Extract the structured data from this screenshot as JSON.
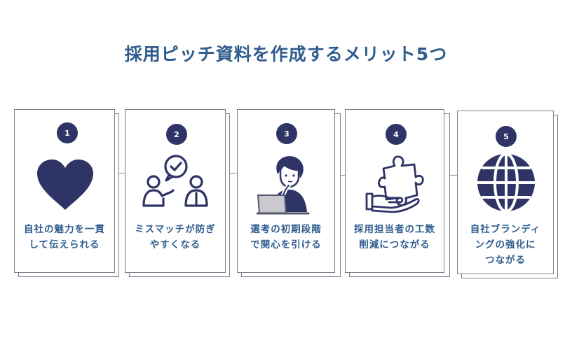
{
  "title": "採用ピッチ資料を作成するメリット5つ",
  "cards": [
    {
      "number": "1",
      "icon": "heart-icon",
      "lines": [
        "自社の魅力を一貫",
        "して伝えられる"
      ]
    },
    {
      "number": "2",
      "icon": "people-talking-icon",
      "lines": [
        "ミスマッチが防ぎ",
        "やすくなる"
      ]
    },
    {
      "number": "3",
      "icon": "person-laptop-icon",
      "lines": [
        "選考の初期段階",
        "で関心を引ける"
      ]
    },
    {
      "number": "4",
      "icon": "puzzle-hand-icon",
      "lines": [
        "採用担当者の工数",
        "削減につながる"
      ]
    },
    {
      "number": "5",
      "icon": "globe-icon",
      "lines": [
        "自社ブランディ",
        "ングの強化に",
        "つながる"
      ]
    }
  ],
  "colors": {
    "title": "#2f5d8e",
    "navy": "#2e3466",
    "border": "#7e7e8e"
  }
}
